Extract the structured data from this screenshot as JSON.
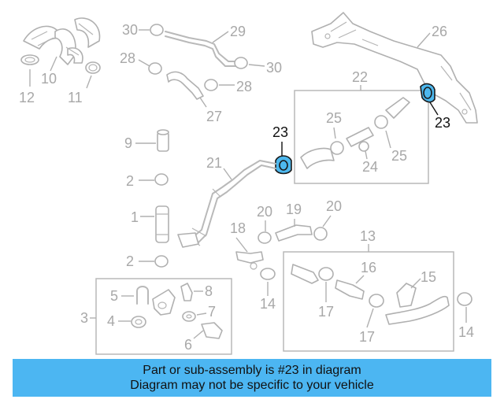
{
  "banner": {
    "line1": "Part or sub-assembly is #23 in diagram",
    "line2": "Diagram may not be specific to your vehicle"
  },
  "highlight": {
    "part_number": "23",
    "color": "#4db8ee",
    "banner_color": "#4cb6f2"
  },
  "callouts": {
    "c1": "1",
    "c2a": "2",
    "c2b": "2",
    "c3": "3",
    "c4": "4",
    "c5": "5",
    "c6": "6",
    "c7": "7",
    "c8": "8",
    "c9": "9",
    "c10": "10",
    "c11": "11",
    "c12": "12",
    "c13": "13",
    "c14a": "14",
    "c14b": "14",
    "c15": "15",
    "c16": "16",
    "c17a": "17",
    "c17b": "17",
    "c18": "18",
    "c19": "19",
    "c20a": "20",
    "c20b": "20",
    "c21": "21",
    "c22": "22",
    "c23a": "23",
    "c23b": "23",
    "c24": "24",
    "c25a": "25",
    "c25b": "25",
    "c26": "26",
    "c27": "27",
    "c28a": "28",
    "c28b": "28",
    "c29": "29",
    "c30a": "30",
    "c30b": "30"
  }
}
